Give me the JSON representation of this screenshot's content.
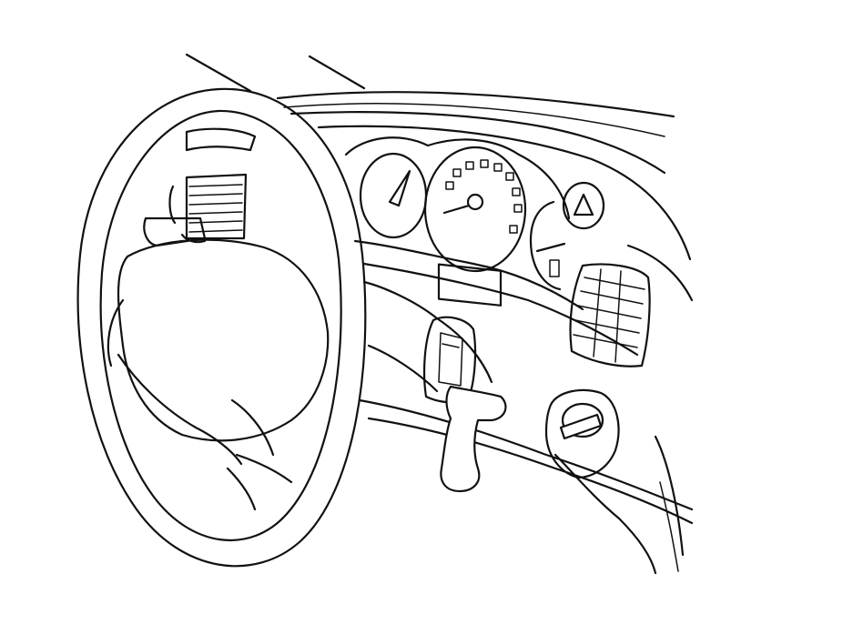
{
  "image": {
    "background_color": "#ffffff",
    "line_color": "#111111",
    "components": [
      "steering-wheel",
      "instrument-cluster",
      "turn-signal-stalk",
      "ignition-switch",
      "air-vent",
      "hazard-button",
      "dashboard"
    ]
  }
}
